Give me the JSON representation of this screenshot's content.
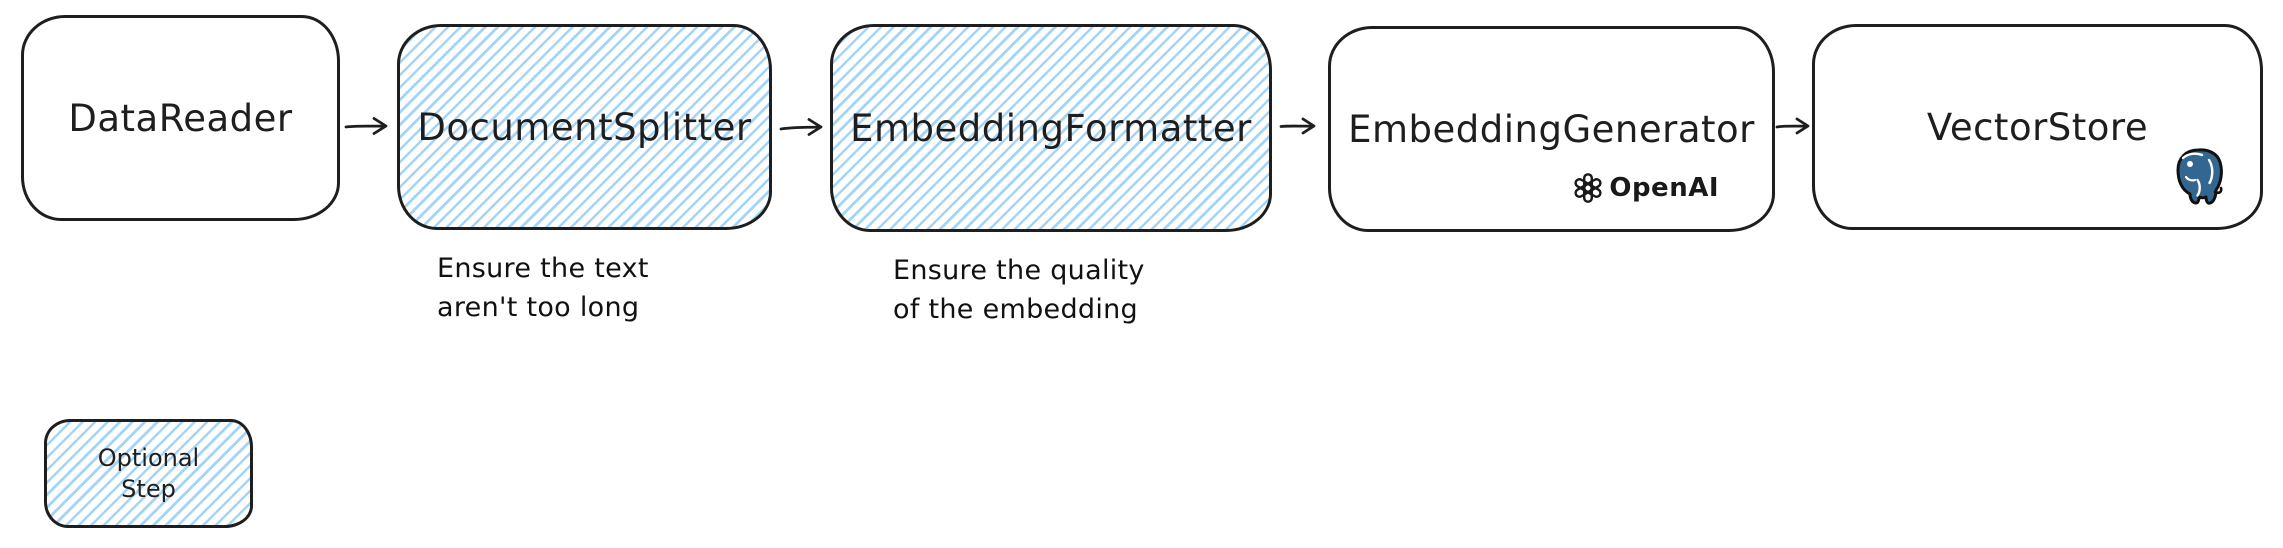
{
  "colors": {
    "stroke": "#1e1e1e",
    "hatch_blue": "#a5d4f7",
    "postgres_blue": "#336791",
    "background": "#ffffff"
  },
  "pipeline": {
    "nodes": [
      {
        "label": "DataReader",
        "optional": false
      },
      {
        "label": "DocumentSplitter",
        "optional": true
      },
      {
        "label": "EmbeddingFormatter",
        "optional": true
      },
      {
        "label": "EmbeddingGenerator",
        "optional": false,
        "badge": "OpenAI",
        "badge_icon": "openai-logo"
      },
      {
        "label": "VectorStore",
        "optional": false,
        "badge_icon": "postgresql-elephant-logo"
      }
    ],
    "edges": [
      {
        "from": "DataReader",
        "to": "DocumentSplitter"
      },
      {
        "from": "DocumentSplitter",
        "to": "EmbeddingFormatter"
      },
      {
        "from": "EmbeddingFormatter",
        "to": "EmbeddingGenerator"
      },
      {
        "from": "EmbeddingGenerator",
        "to": "VectorStore"
      }
    ]
  },
  "annotations": [
    {
      "target": "DocumentSplitter",
      "lines": [
        "Ensure the text",
        "aren't too long"
      ]
    },
    {
      "target": "EmbeddingFormatter",
      "lines": [
        "Ensure the quality",
        "of the embedding"
      ]
    }
  ],
  "legend": {
    "meaning": "hatched boxes are optional steps",
    "lines": [
      "Optional",
      "Step"
    ]
  }
}
